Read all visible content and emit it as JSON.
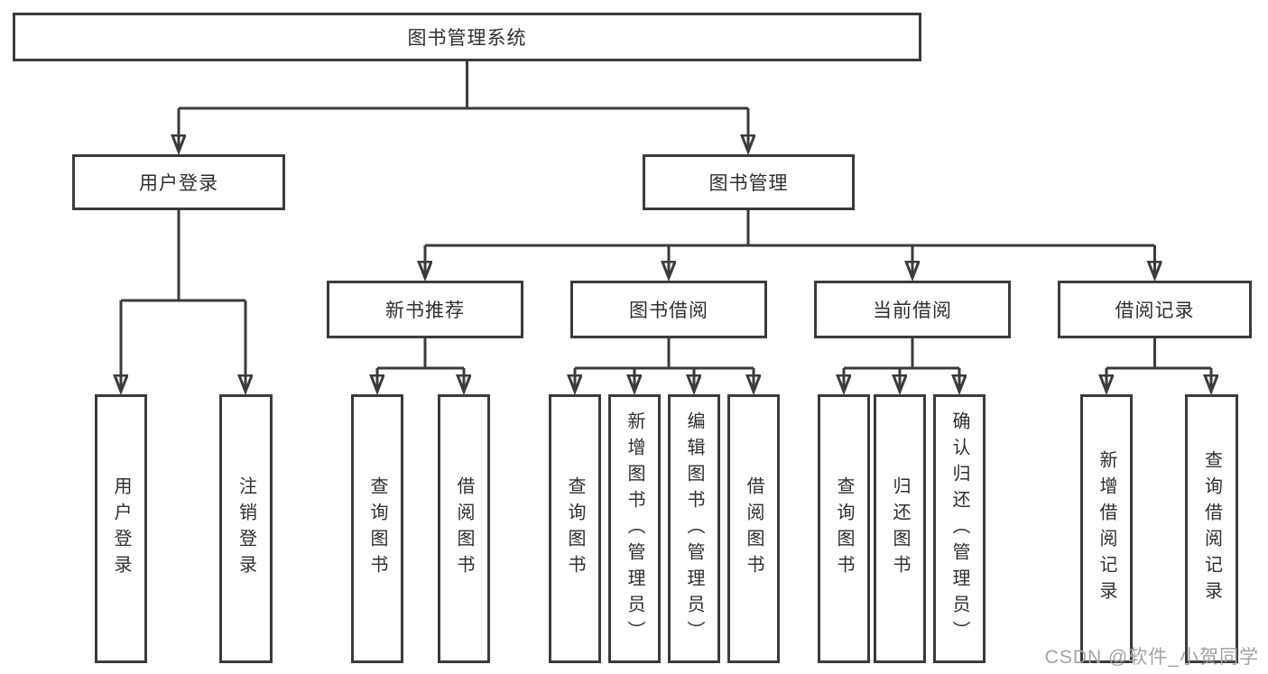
{
  "diagram": {
    "type": "hierarchy-tree",
    "root": {
      "label": "图书管理系统"
    },
    "level2": [
      {
        "label": "用户登录",
        "parent": "图书管理系统"
      },
      {
        "label": "图书管理",
        "parent": "图书管理系统"
      }
    ],
    "level3": [
      {
        "label": "新书推荐",
        "parent": "图书管理"
      },
      {
        "label": "图书借阅",
        "parent": "图书管理"
      },
      {
        "label": "当前借阅",
        "parent": "图书管理"
      },
      {
        "label": "借阅记录",
        "parent": "图书管理"
      }
    ],
    "leaves": [
      {
        "label": "用户登录",
        "parent": "用户登录"
      },
      {
        "label": "注销登录",
        "parent": "用户登录"
      },
      {
        "label": "查询图书",
        "parent": "新书推荐"
      },
      {
        "label": "借阅图书",
        "parent": "新书推荐"
      },
      {
        "label": "查询图书",
        "parent": "图书借阅"
      },
      {
        "label": "新增图书（管理员）",
        "parent": "图书借阅"
      },
      {
        "label": "编辑图书（管理员）",
        "parent": "图书借阅"
      },
      {
        "label": "借阅图书",
        "parent": "图书借阅"
      },
      {
        "label": "查询图书",
        "parent": "当前借阅"
      },
      {
        "label": "归还图书",
        "parent": "当前借阅"
      },
      {
        "label": "确认归还（管理员）",
        "parent": "当前借阅"
      },
      {
        "label": "新增借阅记录",
        "parent": "借阅记录"
      },
      {
        "label": "查询借阅记录",
        "parent": "借阅记录"
      }
    ],
    "watermark": "CSDN @软件_小贺同学",
    "colors": {
      "line": "#3b3b3b",
      "text": "#2f2f2f",
      "watermark": "#a3a3a3",
      "background": "#ffffff"
    }
  }
}
